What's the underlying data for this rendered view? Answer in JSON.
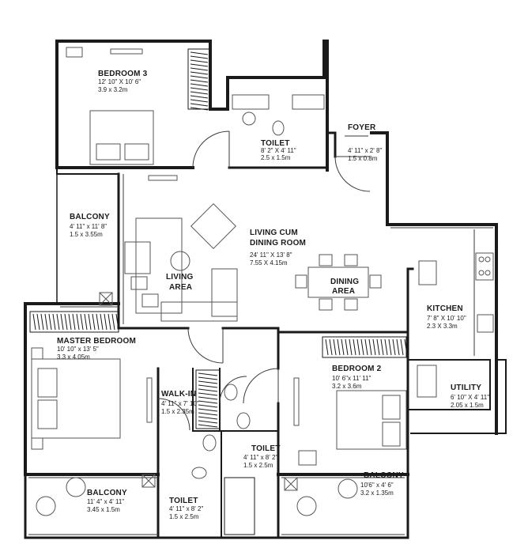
{
  "rooms": {
    "bedroom3": {
      "name": "BEDROOM 3",
      "dim_ft": "12' 10\" X 10' 6\"",
      "dim_m": "3.9 x 3.2m"
    },
    "toilet_top": {
      "name": "TOILET",
      "dim_ft": "8' 2\" X 4' 11\"",
      "dim_m": "2.5 x 1.5m"
    },
    "foyer": {
      "name": "FOYER",
      "dim_ft": "4' 11\" x 2' 8\"",
      "dim_m": "1.5 x 0.8m"
    },
    "balcony_left": {
      "name": "BALCONY",
      "dim_ft": "4' 11\" x 11' 8\"",
      "dim_m": "1.5 x 3.55m"
    },
    "living_dining": {
      "name_line1": "LIVING CUM",
      "name_line2": "DINING  ROOM",
      "dim_ft": "24' 11\" X 13' 8\"",
      "dim_m": "7.55 X 4.15m"
    },
    "living_area": {
      "line1": "LIVING",
      "line2": "AREA"
    },
    "dining_area": {
      "line1": "DINING",
      "line2": "AREA"
    },
    "kitchen": {
      "name": "KITCHEN",
      "dim_ft": "7' 8\" X 10' 10\"",
      "dim_m": "2.3 X 3.3m"
    },
    "master_bedroom": {
      "name": "MASTER BEDROOM",
      "dim_ft": "10' 10\" x 13' 5\"",
      "dim_m": "3.3 x 4.05m"
    },
    "walk_in": {
      "name": "WALK-IN",
      "dim_ft": "4' 11\" x 7' 10\"",
      "dim_m": "1.5 x 2.35m"
    },
    "bedroom2": {
      "name": "BEDROOM 2",
      "dim_ft": "10' 6\"x 11' 11\"",
      "dim_m": "3.2 x 3.6m"
    },
    "utility": {
      "name": "UTILITY",
      "dim_ft": "6' 10\" X 4' 11\"",
      "dim_m": "2.05 x 1.5m"
    },
    "toilet_mid": {
      "name": "TOILET",
      "dim_ft": "4' 11\" x 8' 2\"",
      "dim_m": "1.5 x 2.5m"
    },
    "toilet_bottom": {
      "name": "TOILET",
      "dim_ft": "4' 11\" x 8' 2\"",
      "dim_m": "1.5 x 2.5m"
    },
    "balcony_master": {
      "name": "BALCONY",
      "dim_ft": "11' 4\" x 4' 11\"",
      "dim_m": "3.45 x 1.5m"
    },
    "balcony_bed2": {
      "name": "BALCONY",
      "dim_ft": "10'6\" x 4' 6\"",
      "dim_m": "3.2 x 1.35m"
    }
  },
  "colors": {
    "wall": "#1a1a1a",
    "line": "#3a3a3a",
    "furniture": "#555555"
  }
}
